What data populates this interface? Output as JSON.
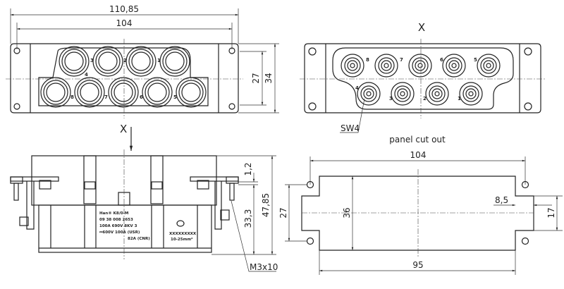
{
  "top_left_view": {
    "dim_overall_width": "110,85",
    "dim_pitch_width": "104",
    "dim_height_inner": "27",
    "dim_height_outer": "34",
    "contact_numbers_top": [
      "4",
      "3",
      "2",
      "1"
    ],
    "contact_numbers_bottom": [
      "8",
      "7",
      "6",
      "5"
    ]
  },
  "top_right_view": {
    "view_label": "X",
    "contact_numbers_top": [
      "8",
      "7",
      "6",
      "5"
    ],
    "contact_numbers_bottom": [
      "4",
      "3",
      "2",
      "1"
    ],
    "callout": "SW4"
  },
  "side_view": {
    "view_arrow_label": "X",
    "dim_flange": "1,2",
    "dim_lower": "33,3",
    "dim_total": "47,85",
    "callout_screw": "M3x10",
    "label_lines": [
      "Han® K8/0-M",
      "09 38 008 2653",
      "100A 690V 8KV 3",
      "⎓600V 100A (USR)",
      "82A (CNR)"
    ],
    "marking_code": "XXXXXXXXX",
    "marking_range": "10-25mm²"
  },
  "panel_cutout": {
    "title": "panel cut out",
    "dim_hole_pitch": "104",
    "dim_width": "95",
    "dim_height": "36",
    "dim_hole_vertical": "27",
    "dim_tab_height": "17",
    "dim_tab_depth": "8,5"
  }
}
